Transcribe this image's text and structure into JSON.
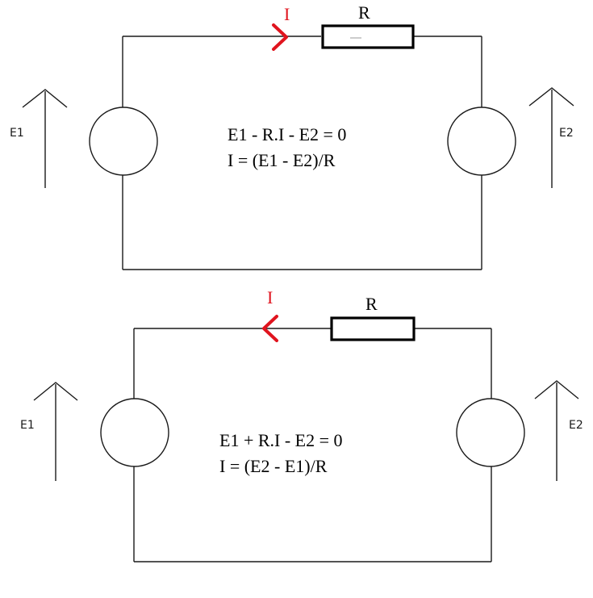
{
  "colors": {
    "current": "#e0141e",
    "ink": "#000000"
  },
  "circuits": [
    {
      "current_label": "I",
      "current_direction": "right",
      "resistor_label": "R",
      "left_source_label": "E1",
      "right_source_label": "E2",
      "equation_line1": "E1 - R.I - E2 = 0",
      "equation_line2": "I = (E1 - E2)/R"
    },
    {
      "current_label": "I",
      "current_direction": "left",
      "resistor_label": "R",
      "left_source_label": "E1",
      "right_source_label": "E2",
      "equation_line1": "E1 + R.I - E2 = 0",
      "equation_line2": "I = (E2 - E1)/R"
    }
  ]
}
